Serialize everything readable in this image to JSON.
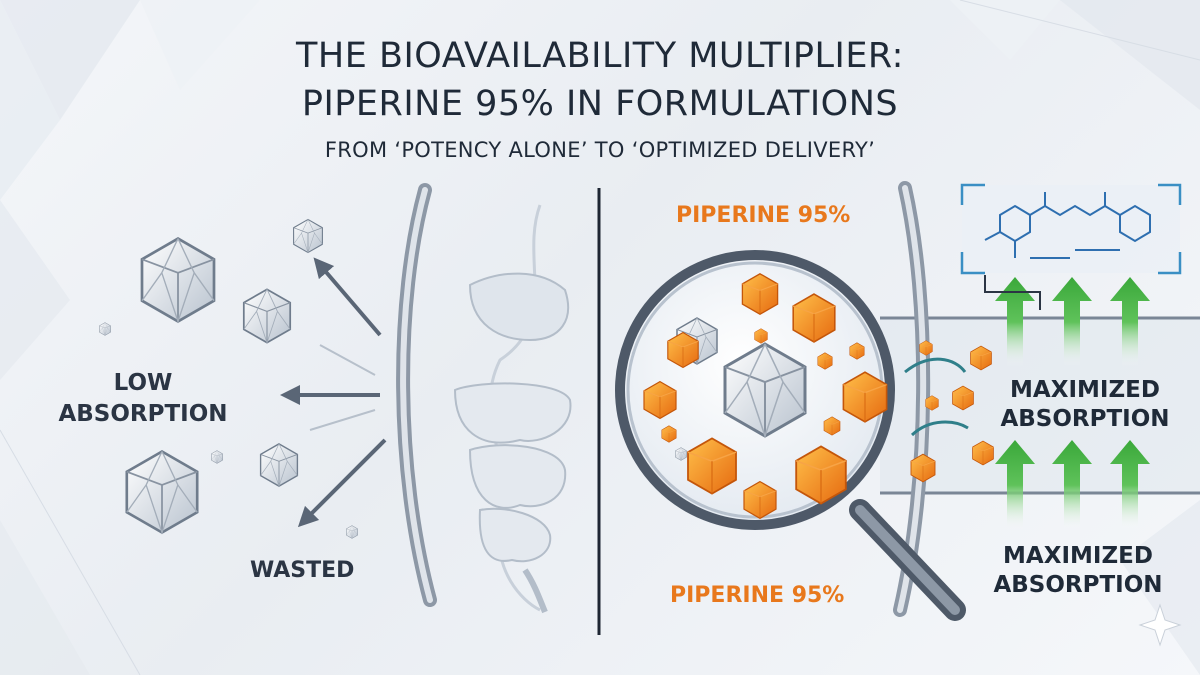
{
  "header": {
    "title_line1": "THE BIOAVAILABILITY MULTIPLIER:",
    "title_line2": "PIPERINE 95% IN FORMULATIONS",
    "subtitle": "FROM ‘POTENCY ALONE’ TO ‘OPTIMIZED DELIVERY’"
  },
  "left_panel": {
    "absorption_label": "LOW\nABSORPTION",
    "wasted_label": "WASTED"
  },
  "right_panel": {
    "ingredient_label_top": "PIPERINE 95%",
    "ingredient_label_bottom": "PIPERINE 95%",
    "result_label_top": "MAXIMIZED\nABSORPTION",
    "result_label_bottom": "MAXIMIZED\nABSORPTION"
  },
  "colors": {
    "accent_orange": "#e8781c",
    "arrow_green": "#4cb84a",
    "text_dark": "#1f2a38",
    "divider": "#1e2633"
  }
}
